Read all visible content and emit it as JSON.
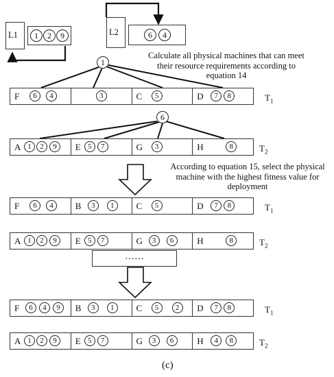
{
  "lists": {
    "l1": {
      "label": "L1",
      "items": [
        "1",
        "2",
        "9"
      ]
    },
    "l2": {
      "label": "L2",
      "items": [
        "6",
        "4"
      ]
    }
  },
  "annotations": {
    "top": "Calculate all physical machines that can meet their resource requirements according to equation 14",
    "middle": "According to equation 15, select the physical machine with the highest fitness value for deployment"
  },
  "nodes": {
    "top": "1",
    "second": "6"
  },
  "rows": [
    {
      "tag": "T",
      "sub": "1",
      "segments": [
        {
          "label": "F",
          "items": [
            {
              "v": "6",
              "x": 28
            },
            {
              "v": "4",
              "x": 52
            }
          ]
        },
        {
          "label": "",
          "items": [
            {
              "v": "3",
              "x": 36
            }
          ]
        },
        {
          "label": "C",
          "items": [
            {
              "v": "5",
              "x": 28
            }
          ]
        },
        {
          "label": "D",
          "items": [
            {
              "v": "7",
              "x": 26
            },
            {
              "v": "8",
              "x": 45
            }
          ]
        }
      ]
    },
    {
      "tag": "T",
      "sub": "2",
      "segments": [
        {
          "label": "A",
          "items": [
            {
              "v": "1",
              "x": 20
            },
            {
              "v": "2",
              "x": 38
            },
            {
              "v": "9",
              "x": 57
            }
          ]
        },
        {
          "label": "E",
          "items": [
            {
              "v": "5",
              "x": 19
            },
            {
              "v": "7",
              "x": 38
            }
          ]
        },
        {
          "label": "G",
          "items": [
            {
              "v": "3",
              "x": 28
            }
          ]
        },
        {
          "label": "H",
          "items": [
            {
              "v": "8",
              "x": 48
            }
          ]
        }
      ]
    },
    {
      "tag": "T",
      "sub": "1",
      "segments": [
        {
          "label": "F",
          "items": [
            {
              "v": "6",
              "x": 28
            },
            {
              "v": "4",
              "x": 52
            }
          ]
        },
        {
          "label": "B",
          "items": [
            {
              "v": "3",
              "x": 24
            },
            {
              "v": "1",
              "x": 52
            }
          ]
        },
        {
          "label": "C",
          "items": [
            {
              "v": "5",
              "x": 28
            }
          ]
        },
        {
          "label": "D",
          "items": [
            {
              "v": "7",
              "x": 26
            },
            {
              "v": "8",
              "x": 45
            }
          ]
        }
      ]
    },
    {
      "tag": "T",
      "sub": "2",
      "segments": [
        {
          "label": "A",
          "items": [
            {
              "v": "1",
              "x": 20
            },
            {
              "v": "2",
              "x": 38
            },
            {
              "v": "9",
              "x": 57
            }
          ]
        },
        {
          "label": "E",
          "items": [
            {
              "v": "5",
              "x": 19
            },
            {
              "v": "7",
              "x": 38
            }
          ]
        },
        {
          "label": "G",
          "items": [
            {
              "v": "3",
              "x": 24
            },
            {
              "v": "6",
              "x": 50
            }
          ]
        },
        {
          "label": "H",
          "items": [
            {
              "v": "8",
              "x": 48
            }
          ]
        }
      ]
    },
    {
      "tag": "T",
      "sub": "1",
      "segments": [
        {
          "label": "F",
          "items": [
            {
              "v": "6",
              "x": 22
            },
            {
              "v": "4",
              "x": 42
            },
            {
              "v": "9",
              "x": 62
            }
          ]
        },
        {
          "label": "B",
          "items": [
            {
              "v": "3",
              "x": 24
            },
            {
              "v": "1",
              "x": 52
            }
          ]
        },
        {
          "label": "C",
          "items": [
            {
              "v": "5",
              "x": 28
            },
            {
              "v": "2",
              "x": 58
            }
          ]
        },
        {
          "label": "D",
          "items": [
            {
              "v": "7",
              "x": 26
            },
            {
              "v": "8",
              "x": 45
            }
          ]
        }
      ]
    },
    {
      "tag": "T",
      "sub": "2",
      "segments": [
        {
          "label": "A",
          "items": [
            {
              "v": "1",
              "x": 20
            },
            {
              "v": "2",
              "x": 38
            },
            {
              "v": "9",
              "x": 57
            }
          ]
        },
        {
          "label": "E",
          "items": [
            {
              "v": "5",
              "x": 19
            },
            {
              "v": "7",
              "x": 38
            }
          ]
        },
        {
          "label": "G",
          "items": [
            {
              "v": "3",
              "x": 24
            },
            {
              "v": "6",
              "x": 50
            }
          ]
        },
        {
          "label": "H",
          "items": [
            {
              "v": "4",
              "x": 26
            },
            {
              "v": "8",
              "x": 48
            }
          ]
        }
      ]
    }
  ],
  "ellipsis": "……",
  "caption": "(c)"
}
